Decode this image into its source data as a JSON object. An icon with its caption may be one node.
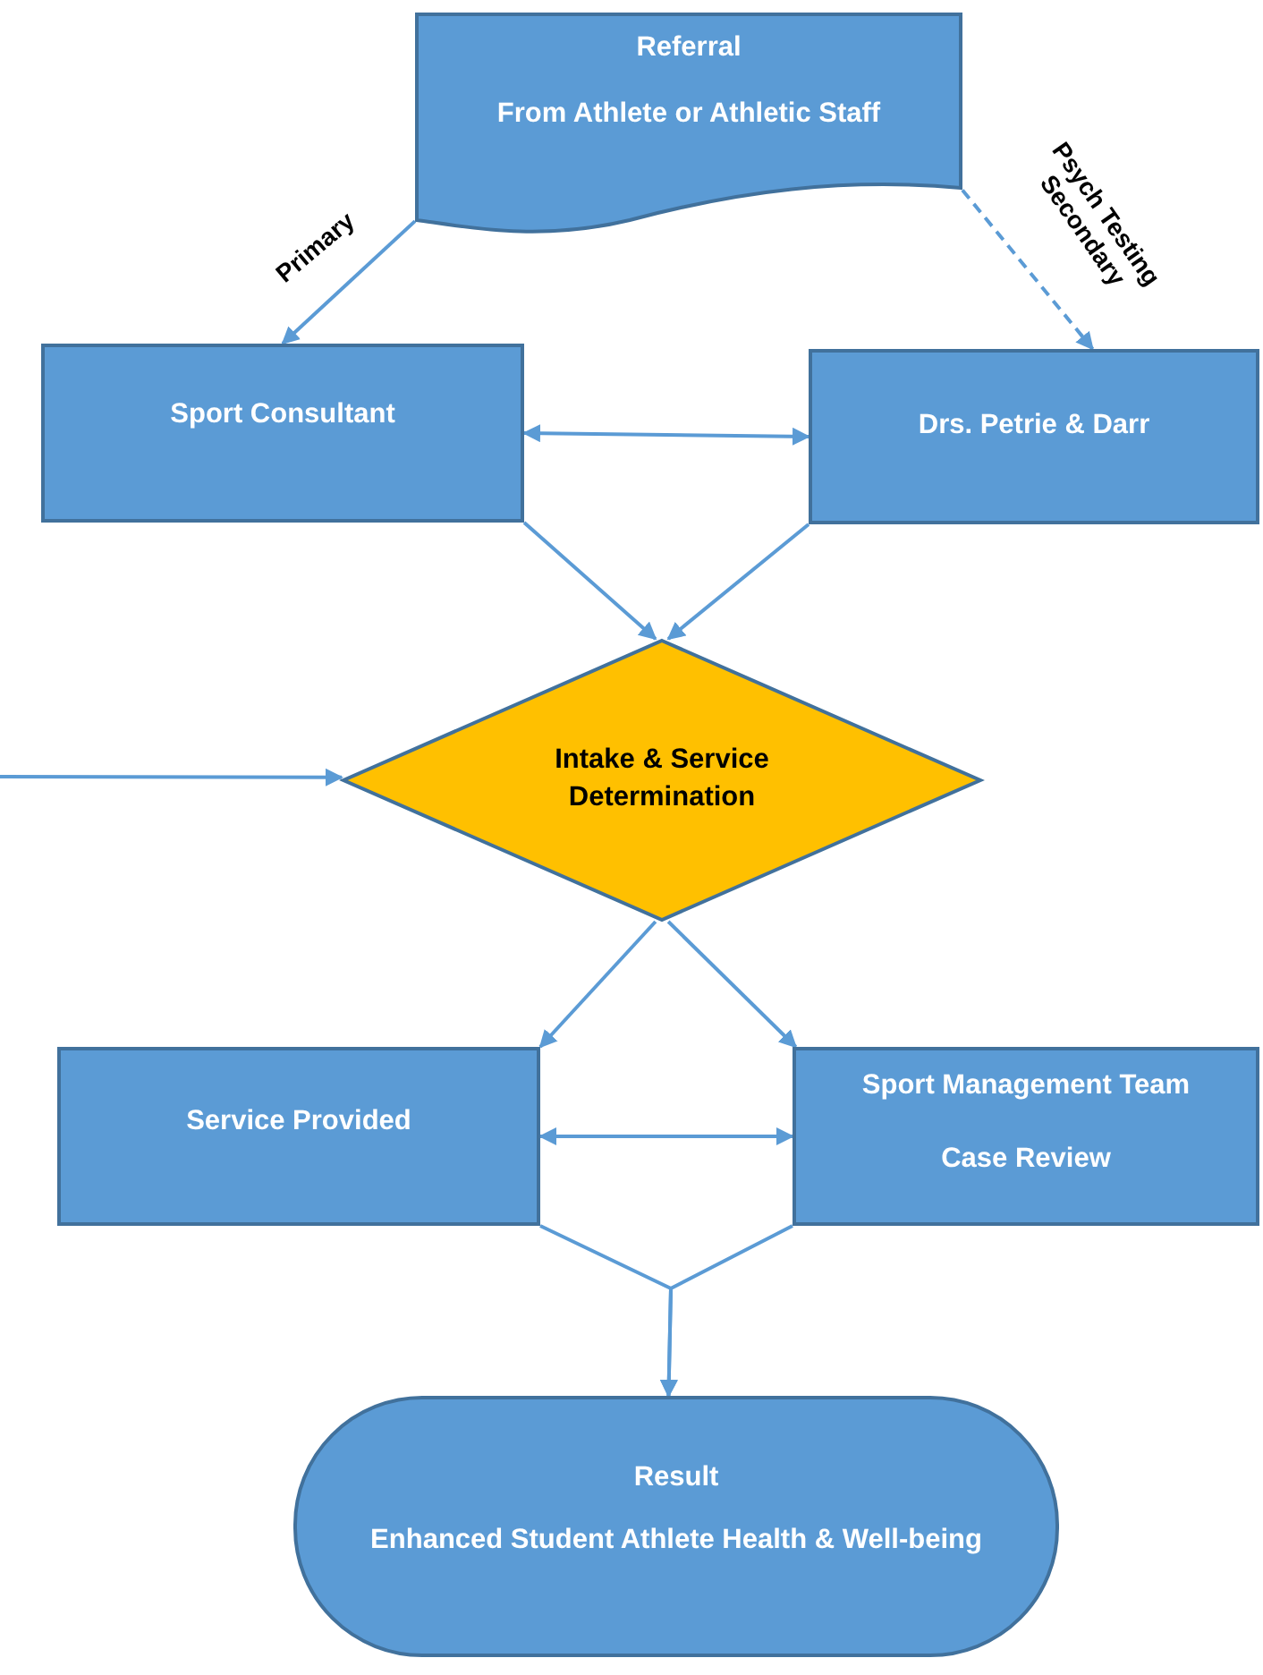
{
  "diagram": {
    "nodes": [
      {
        "text": [
          "Referral",
          "From Athlete or Athletic Staff"
        ]
      },
      {
        "text": [
          "Sport Consultant"
        ]
      },
      {
        "text": [
          "Drs. Petrie & Darr"
        ]
      },
      {
        "text": [
          "Intake & Service Determination"
        ]
      },
      {
        "text": [
          "Service Provided"
        ]
      },
      {
        "text": [
          "Sport Management Team",
          "Case Review"
        ]
      },
      {
        "text": [
          "Result",
          "Enhanced Student Athlete Health & Well-being"
        ]
      }
    ],
    "edges": [
      {
        "from": 0,
        "to": 1,
        "arrow": "to",
        "label": "Primary"
      },
      {
        "from": 0,
        "to": 2,
        "arrow": "to",
        "label": "Psych Testing Secondary",
        "style": "dashed"
      },
      {
        "from": 1,
        "to": 2,
        "arrow": "both"
      },
      {
        "from": 1,
        "to": 3,
        "arrow": "to"
      },
      {
        "from": 2,
        "to": 3,
        "arrow": "to"
      },
      {
        "from": null,
        "to": 3,
        "arrow": "to"
      },
      {
        "from": 3,
        "to": 4,
        "arrow": "to"
      },
      {
        "from": 3,
        "to": 5,
        "arrow": "to"
      },
      {
        "from": 4,
        "to": 5,
        "arrow": "both"
      },
      {
        "from": 4,
        "to": 6,
        "arrow": "to"
      },
      {
        "from": 5,
        "to": 6,
        "arrow": "to"
      }
    ]
  }
}
